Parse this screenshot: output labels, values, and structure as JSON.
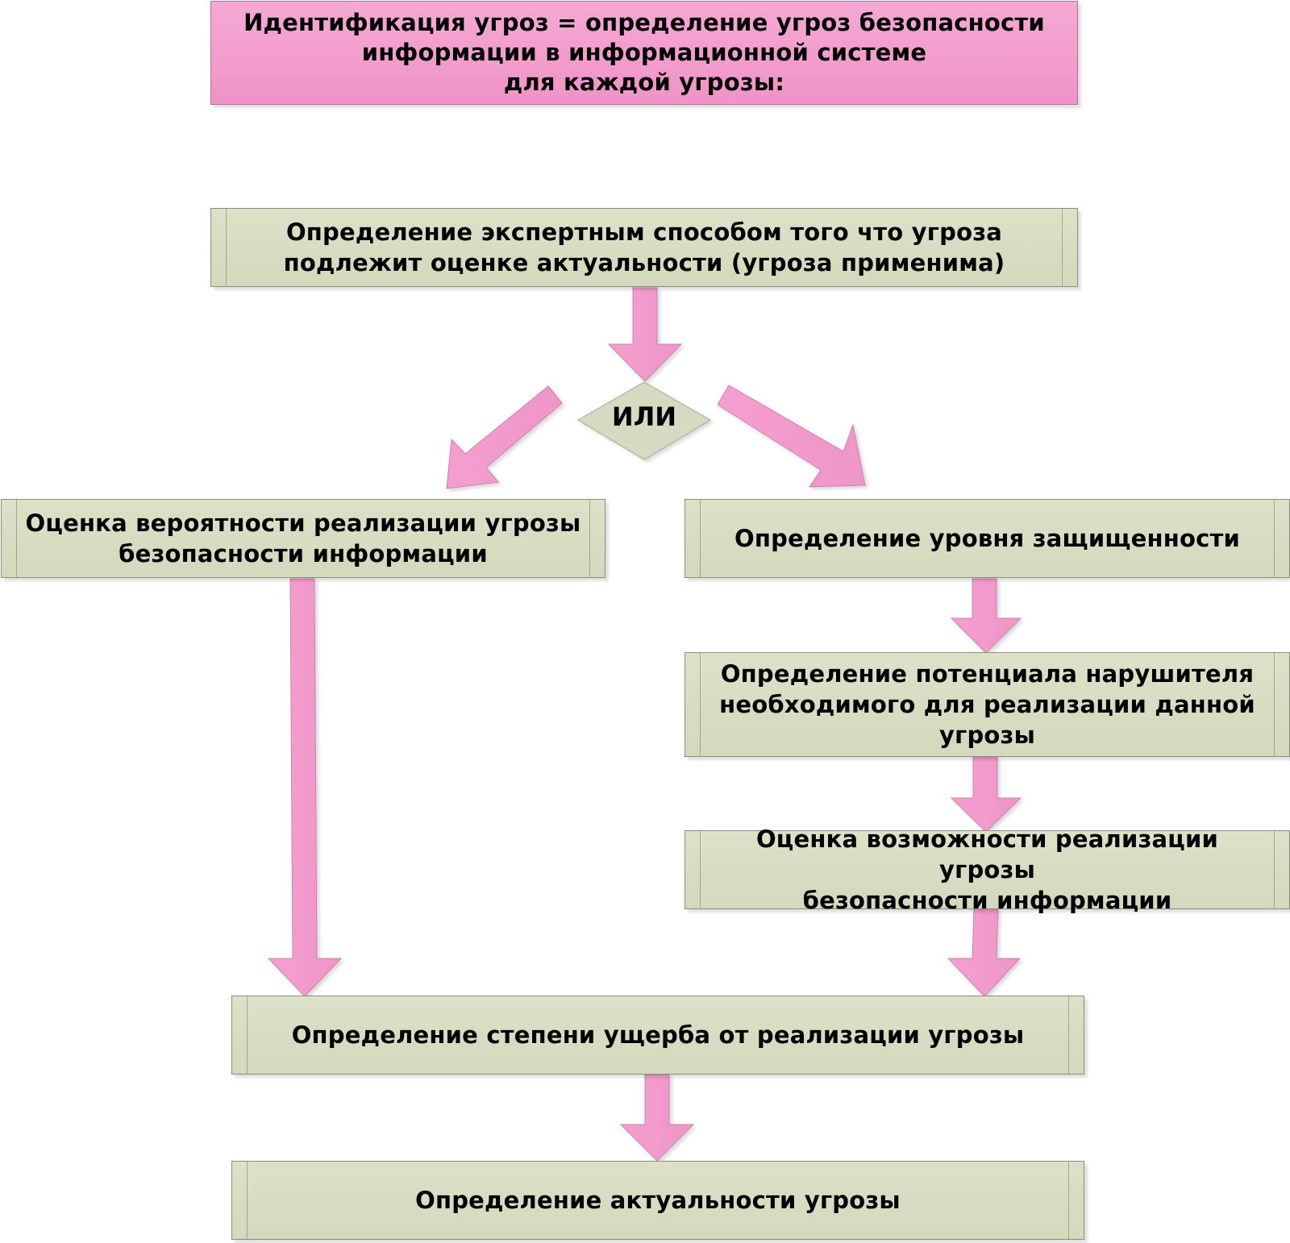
{
  "diagram": {
    "header": {
      "text": "Идентификация угроз = определение угроз безопасности\nинформации в информационной системе\nдля каждой угрозы:"
    },
    "nodes": {
      "applicability": "Определение экспертным способом того что угроза\nподлежит оценке актуальности (угроза применима)",
      "decision": "ИЛИ",
      "probability": "Оценка вероятности реализации угрозы\nбезопасности информации",
      "protection_level": "Определение уровня защищенности",
      "intruder_potential": "Определение потенциала нарушителя\nнеобходимого для реализации данной\nугрозы",
      "feasibility": "Оценка возможности реализации угрозы\nбезопасности информации",
      "damage": "Определение степени ущерба от реализации угрозы",
      "relevance": "Определение актуальности угрозы"
    },
    "edges": [
      {
        "from": "applicability",
        "to": "decision"
      },
      {
        "from": "decision",
        "to": "probability"
      },
      {
        "from": "decision",
        "to": "protection_level"
      },
      {
        "from": "protection_level",
        "to": "intruder_potential"
      },
      {
        "from": "intruder_potential",
        "to": "feasibility"
      },
      {
        "from": "probability",
        "to": "damage"
      },
      {
        "from": "feasibility",
        "to": "damage"
      },
      {
        "from": "damage",
        "to": "relevance"
      }
    ],
    "colors": {
      "header_fill": "#f29bcb",
      "process_fill": "#d8ddc3",
      "arrow_fill": "#f29ccd",
      "decision_fill": "#d6dac0"
    }
  }
}
